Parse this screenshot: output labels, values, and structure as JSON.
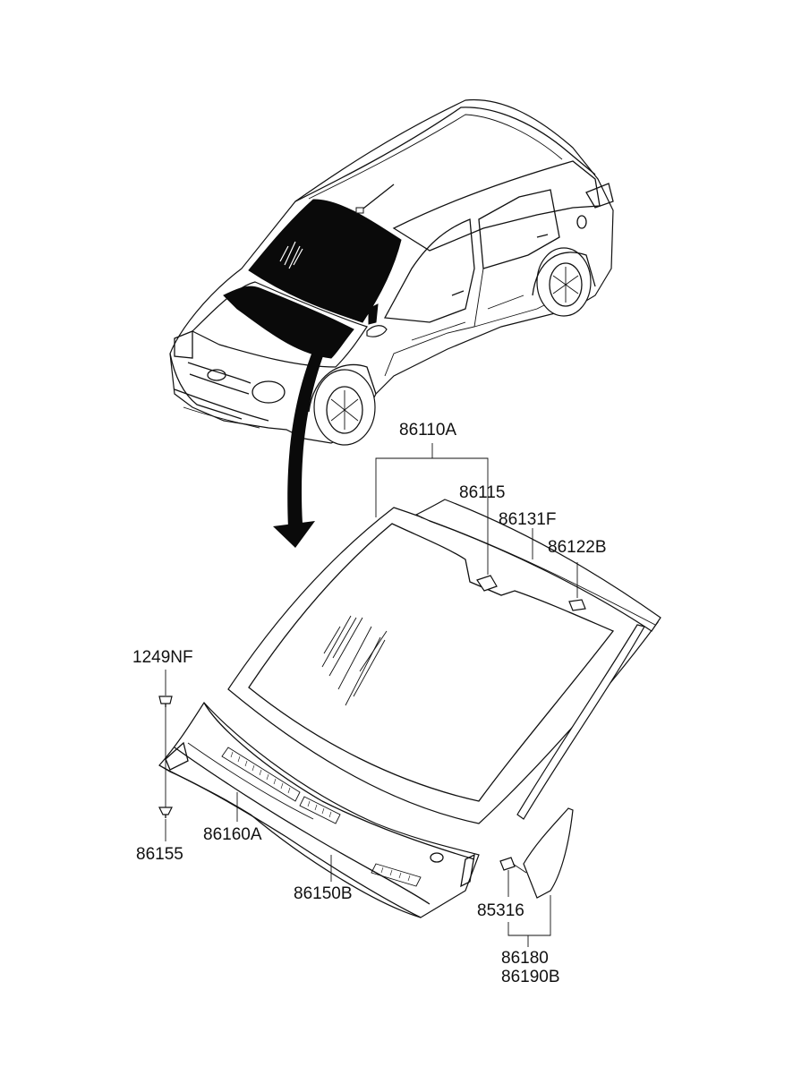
{
  "labels": {
    "windshield_glass": "86110A",
    "mirror_pad": "86115",
    "windshield_molding": "86131F",
    "rain_sensor": "86122B",
    "clip": "1249NF",
    "fastener": "86155",
    "cowl_panel": "86160A",
    "cowl_cover": "86150B",
    "screw": "85316",
    "trim_lh": "86180",
    "trim_rh": "86190B"
  }
}
